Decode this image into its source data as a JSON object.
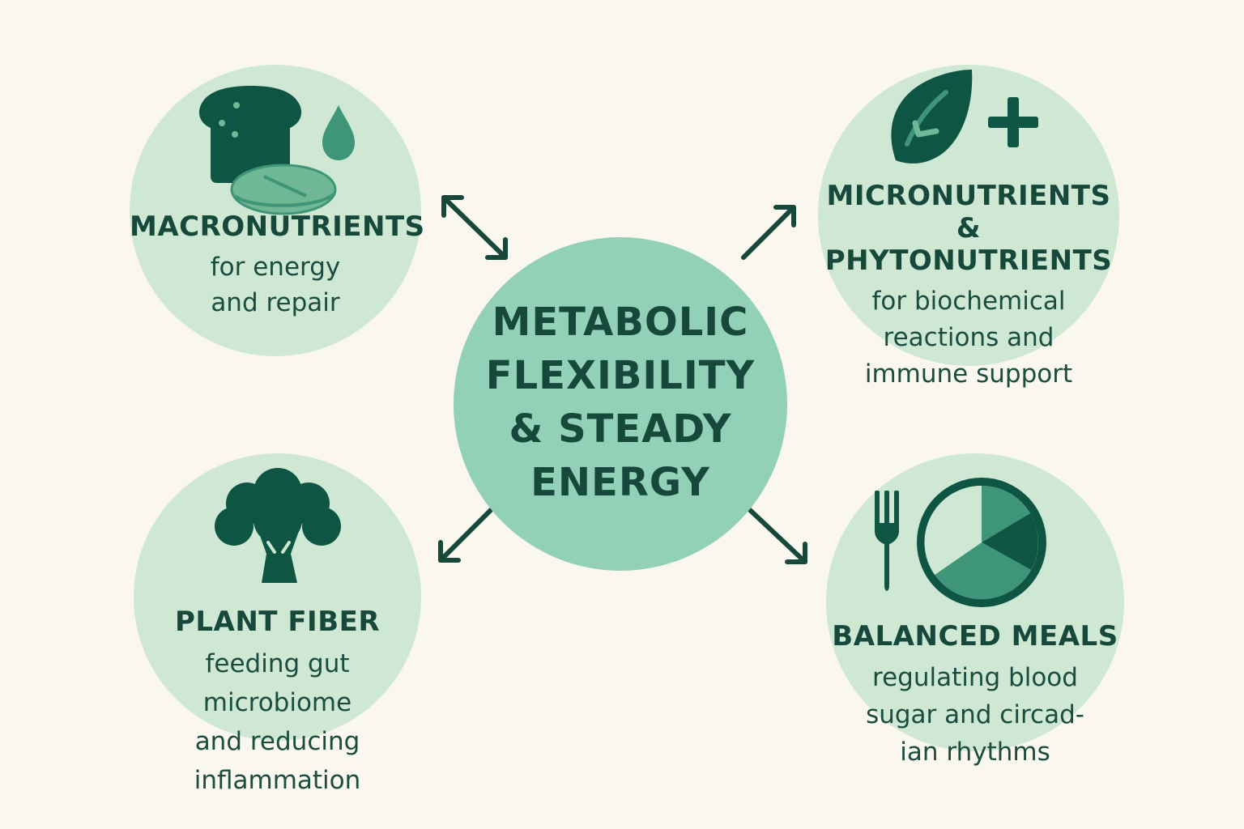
{
  "center": {
    "title": "METABOLIC\nFLEXIBILITY\n& STEADY\nENERGY"
  },
  "nodes": {
    "macronutrients": {
      "title": "MACRONUTRIENTS",
      "description": "for energy\nand repair",
      "icons": [
        "bread-icon",
        "water-drop-icon",
        "pill-icon"
      ]
    },
    "micronutrients": {
      "title": "MICRONUTRIENTS\n& PHYTONUTRIENTS",
      "description": "for biochemical\nreactions and\nimmune support",
      "icons": [
        "leaf-icon",
        "plus-icon"
      ]
    },
    "plant_fiber": {
      "title": "PLANT FIBER",
      "description": "feeding gut\nmicrobiome\nand reducing\ninflammation",
      "icons": [
        "broccoli-icon"
      ]
    },
    "balanced_meals": {
      "title": "BALANCED MEALS",
      "description": "regulating blood\nsugar and circad-\nian rhythms",
      "icons": [
        "fork-icon",
        "plate-pie-icon"
      ]
    }
  },
  "colors": {
    "background": "#faf7ee",
    "node_fill": "#cfe8d3",
    "center_fill": "#93d0b8",
    "dark_green": "#0f5544",
    "mid_green": "#3f9577",
    "light_green": "#6fb795",
    "text": "#16493b"
  }
}
